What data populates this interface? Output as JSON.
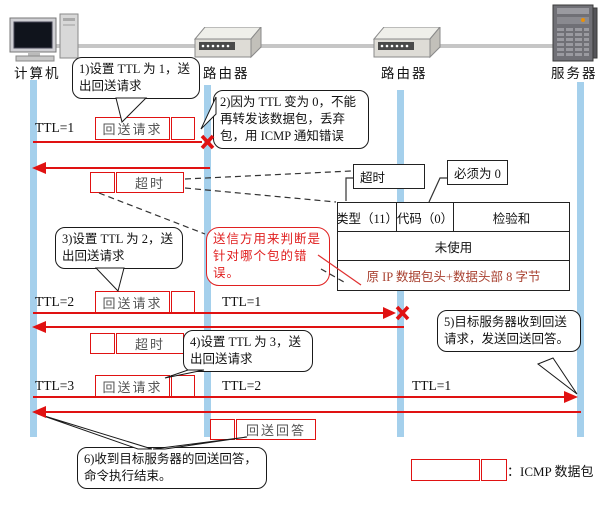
{
  "devices": {
    "computer": "计算机",
    "router1": "路由器",
    "router2": "路由器",
    "server": "服务器"
  },
  "callouts": {
    "step1": "1)设置 TTL 为 1，送出回送请求",
    "step2": "2)因为 TTL 变为 0，不能再转发该数据包，丢弃包，用 ICMP 通知错误",
    "step3": "3)设置 TTL 为 2，送出回送请求",
    "step4": "4)设置 TTL 为 3，送出回送请求",
    "step5": "5)目标服务器收到回送请求，发送回送回答。",
    "step6": "6)收到目标服务器的回送回答，命令执行结束。",
    "sender_note": "送信方用来判断是针对哪个包的错误。"
  },
  "ttl": {
    "row1_left": "TTL=1",
    "row2_left": "TTL=2",
    "row2_mid": "TTL=1",
    "row3_left": "TTL=3",
    "row3_mid": "TTL=2",
    "row3_right": "TTL=1"
  },
  "packets": {
    "echo_request": "回送请求",
    "timeout": "超时",
    "echo_reply": "回送回答"
  },
  "icmp_header": {
    "timeout_label": "超时",
    "must_be_zero_label": "必须为 0",
    "type_field": "类型（11）",
    "code_field": "代码（0）",
    "checksum_field": "检验和",
    "unused_field": "未使用",
    "original_data_field": "原 IP 数据包头+数据头部 8 字节"
  },
  "legend": {
    "icmp_packet_label": "：ICMP 数据包"
  },
  "colors": {
    "packet_red": "#e01212",
    "lane_blue": "#a5d0ec",
    "highlight_red_text": "#a8402f"
  }
}
